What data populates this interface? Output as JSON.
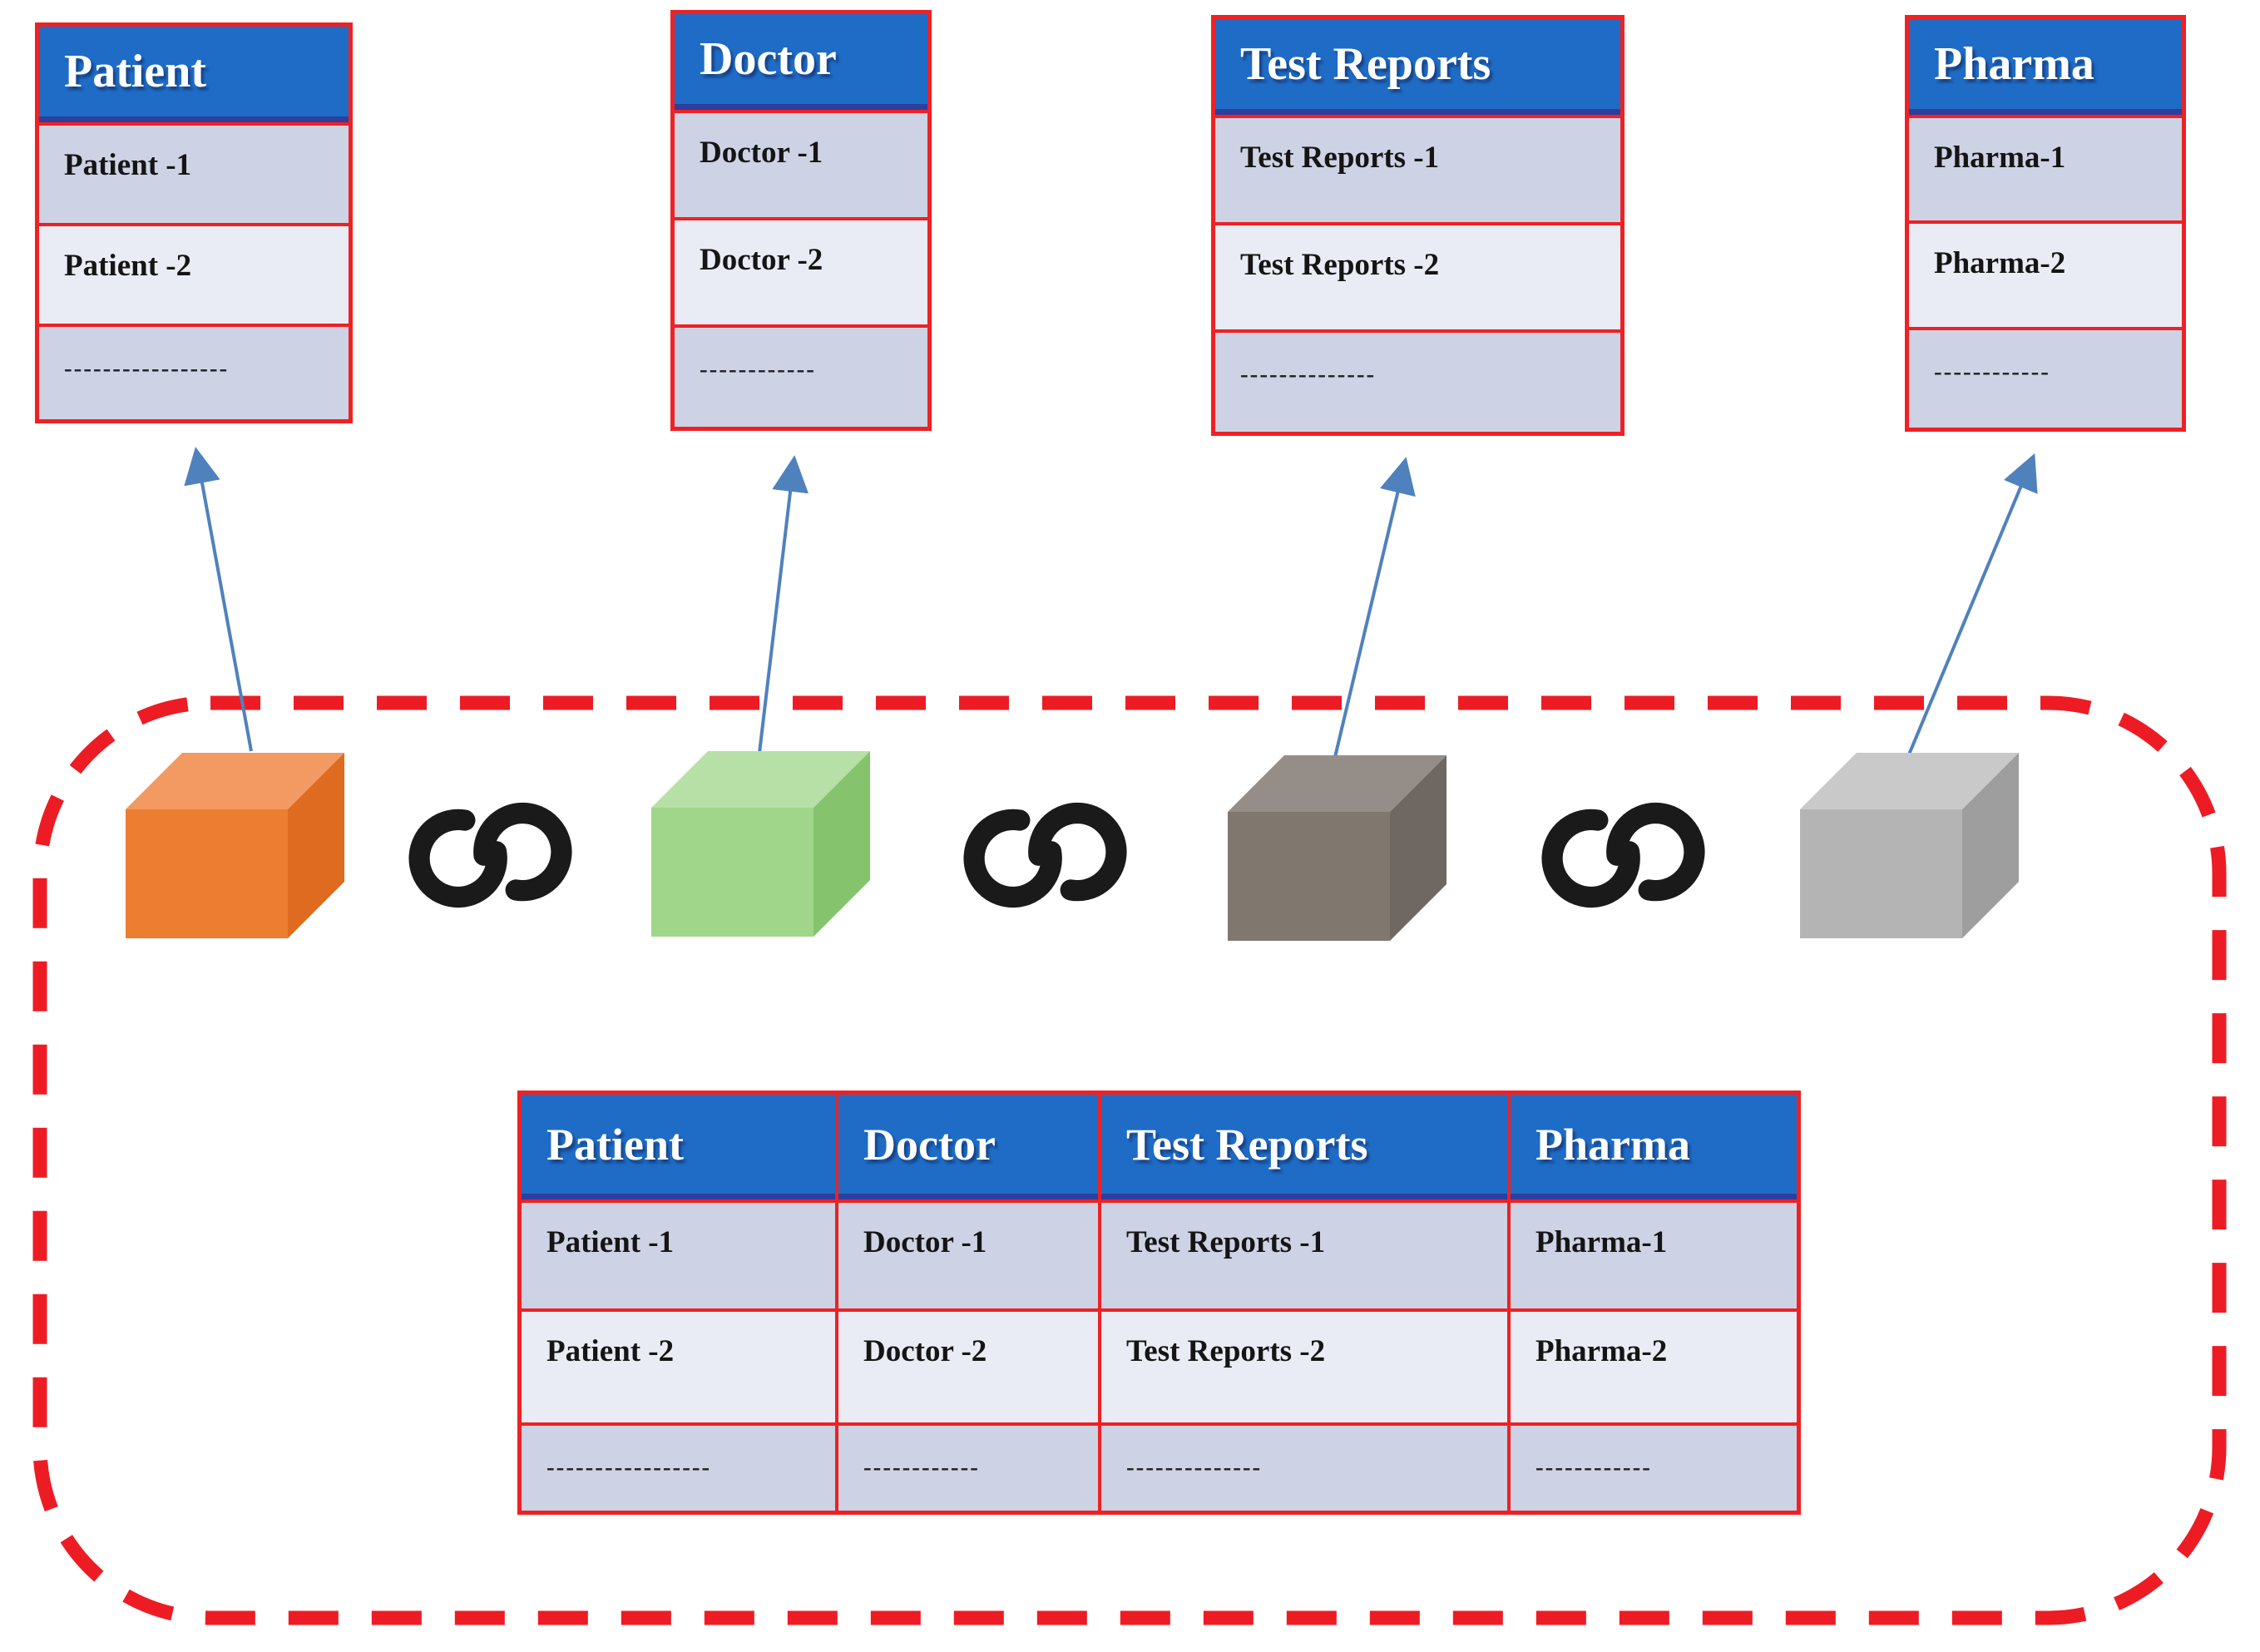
{
  "diagram": {
    "entity_tables": [
      {
        "title": "Patient",
        "rows": [
          "Patient -1",
          "Patient -2",
          "-----------------"
        ]
      },
      {
        "title": "Doctor",
        "rows": [
          "Doctor -1",
          "Doctor -2",
          "------------"
        ]
      },
      {
        "title": "Test Reports",
        "rows": [
          "Test Reports -1",
          "Test Reports -2",
          "--------------"
        ]
      },
      {
        "title": "Pharma",
        "rows": [
          "Pharma-1",
          "Pharma-2",
          "------------"
        ]
      }
    ],
    "ledger_table": {
      "headers": [
        "Patient",
        "Doctor",
        "Test Reports",
        "Pharma"
      ],
      "rows": [
        [
          "Patient -1",
          "Doctor -1",
          "Test Reports -1",
          "Pharma-1"
        ],
        [
          "Patient -2",
          "Doctor -2",
          "Test Reports -2",
          "Pharma-2"
        ],
        [
          "-----------------",
          "------------",
          "--------------",
          "------------"
        ]
      ]
    },
    "blocks": [
      {
        "name": "patient-block",
        "front": "#ED7D31",
        "top": "#F29A61",
        "side": "#DE6B1F"
      },
      {
        "name": "doctor-block",
        "front": "#9FD689",
        "top": "#B7E0A6",
        "side": "#85C36C"
      },
      {
        "name": "test-reports-block",
        "front": "#80776F",
        "top": "#958D88",
        "side": "#6F6761"
      },
      {
        "name": "pharma-block",
        "front": "#B4B4B4",
        "top": "#C9C9C9",
        "side": "#9E9E9E"
      }
    ],
    "colors": {
      "header_blue": "#1F6CC6",
      "header_underline_navy": "#2C3E9E",
      "table_border_red": "#EE2124",
      "row_fill": "#CDD3E4",
      "row_fill_alt": "#E9ECF4",
      "dashed_boundary_red": "#ED1C24",
      "arrow_blue": "#4F81BD",
      "link_icon_black": "#1A1A1A"
    }
  }
}
